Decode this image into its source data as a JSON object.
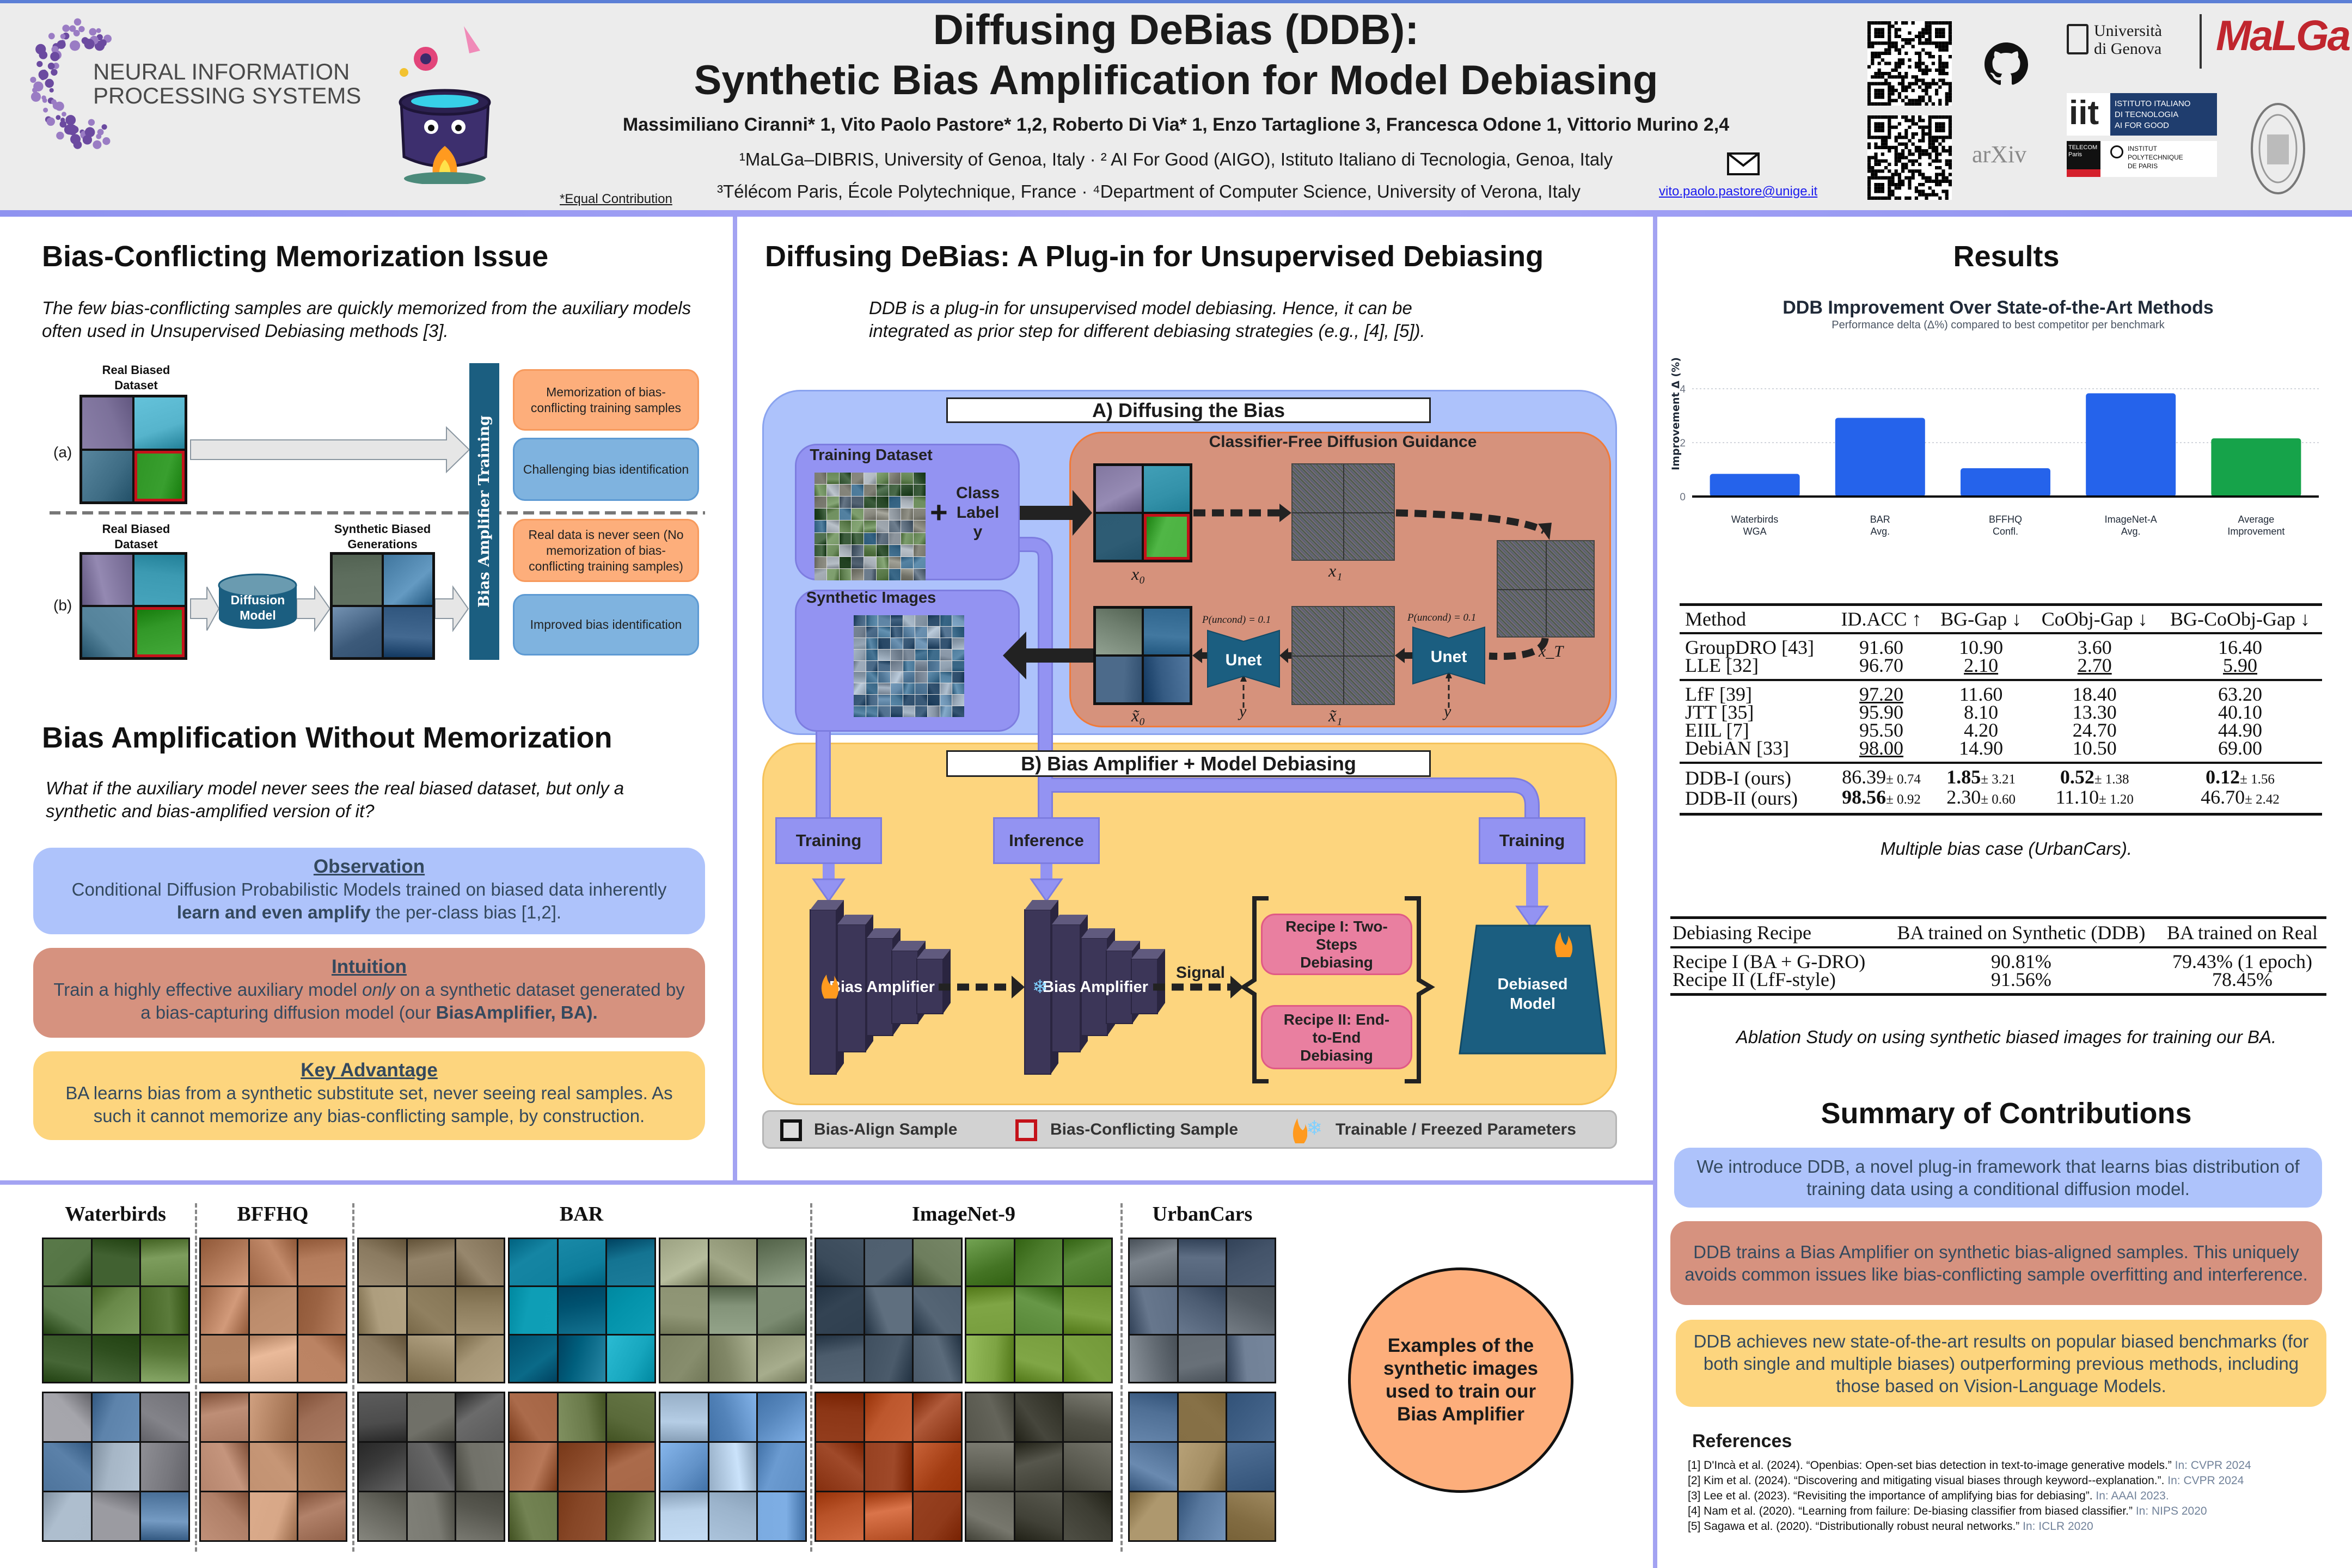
{
  "header": {
    "title_line1": "Diffusing DeBias (DDB):",
    "title_line2": "Synthetic Bias Amplification for Model Debiasing",
    "authors": "Massimiliano Ciranni* 1, Vito Paolo Pastore* 1,2, Roberto Di Via* 1, Enzo Tartaglione 3, Francesca Odone 1, Vittorio Murino 2,4",
    "affiliation_line1": "¹MaLGa–DIBRIS, University of Genoa, Italy · ² AI For Good (AIGO), Istituto Italiano di Tecnologia, Genoa, Italy",
    "affiliation_line2": "³Télécom Paris, École Polytechnique, France · ⁴Department of Computer Science, University of Verona, Italy",
    "equal_contribution": "*Equal Contribution",
    "email": "vito.paolo.pastore@unige.it",
    "neurips_line1": "NEURAL INFORMATION",
    "neurips_line2": "PROCESSING SYSTEMS",
    "unige_line1": "Università",
    "unige_line2": "di Genova",
    "malga": "MaLGa",
    "iit": "iit",
    "iit_line1": "ISTITUTO ITALIANO",
    "iit_line2": "DI TECNOLOGIA",
    "iit_line3": "AI FOR GOOD",
    "telecom": "TELECOM Paris",
    "ipp_line1": "INSTITUT",
    "ipp_line2": "POLYTECHNIQUE",
    "ipp_line3": "DE PARIS",
    "arxiv": "arXiv"
  },
  "left": {
    "section1_title": "Bias-Conflicting Memorization Issue",
    "section1_text": "The few bias-conflicting samples are quickly memorized from the auxiliary models often used in Unsupervised Debiasing methods [3].",
    "fig": {
      "label_a": "(a)",
      "label_b": "(b)",
      "real_biased_dataset": "Real Biased Dataset",
      "synthetic_biased_generations": "Synthetic Biased Generations",
      "diffusion_model": "Diffusion Model",
      "bias_amplifier_training": "Bias Amplifier Training",
      "box_a1": "Memorization of bias-conflicting training samples",
      "box_a2": "Challenging bias identification",
      "box_b1": "Real data is never seen (No memorization of bias-conflicting training samples)",
      "box_b2": "Improved bias identification"
    },
    "section2_title": "Bias Amplification Without Memorization",
    "section2_text": "What if the auxiliary model never sees the real biased dataset, but only a synthetic and bias-amplified version of it?",
    "observation": {
      "title": "Observation",
      "text_pre": "Conditional Diffusion Probabilistic Models trained on biased data inherently ",
      "text_bold": "learn and even amplify",
      "text_post": " the per-class bias [1,2]."
    },
    "intuition": {
      "title": "Intuition",
      "text_pre": "Train a highly effective auxiliary model ",
      "text_italic": "only",
      "text_mid": " on a synthetic dataset generated by a bias-capturing diffusion model (our ",
      "text_bold": "BiasAmplifier, BA)."
    },
    "key_advantage": {
      "title": "Key Advantage",
      "text": "BA learns bias from a synthetic substitute set, never seeing real samples. As such it cannot memorize any bias-conflicting sample, by construction."
    }
  },
  "middle": {
    "title": "Diffusing DeBias: A Plug-in for Unsupervised Debiasing",
    "text": "DDB is a plug-in for unsupervised model debiasing. Hence, it can be integrated as prior step for different debiasing strategies (e.g., [4], [5]).",
    "a_title": "A) Diffusing the Bias",
    "training_dataset": "Training Dataset",
    "class_label": "Class Label",
    "y": "y",
    "plus": "+",
    "synthetic_images": "Synthetic Images",
    "cfg_title": "Classifier-Free Diffusion Guidance",
    "x0": "x₀",
    "x1": "x₁",
    "xT": "x_T",
    "x0_tilde": "x̃₀",
    "x1_tilde": "x̃₁",
    "p_uncond": "P(uncond) = 0.1",
    "unet": "Unet",
    "b_title": "B) Bias Amplifier + Model Debiasing",
    "training": "Training",
    "inference": "Inference",
    "bias_amplifier": "Bias Amplifier",
    "signal": "Signal",
    "recipe1": "Recipe I: Two-Steps Debiasing",
    "recipe2": "Recipe II: End-to-End Debiasing",
    "debiased_model": "Debiased Model",
    "legend_align": "Bias-Align Sample",
    "legend_conflict": "Bias-Conflicting Sample",
    "legend_params": "Trainable / Freezed Parameters"
  },
  "datasets": {
    "names": [
      "Waterbirds",
      "BFFHQ",
      "BAR",
      "ImageNet-9",
      "UrbanCars"
    ],
    "caption": "Examples of the synthetic images used to train our Bias Amplifier"
  },
  "right": {
    "title": "Results",
    "multi_caption": "Multiple bias case (UrbanCars).",
    "ablation_caption": "Ablation Study on using synthetic biased images for training our BA.",
    "summary_title": "Summary of Contributions",
    "summary": [
      "We introduce DDB, a novel plug-in framework that learns bias distribution of training data using a conditional diffusion model.",
      "DDB trains a Bias Amplifier on synthetic bias-aligned samples. This uniquely avoids common issues like bias-conflicting sample overfitting and interference.",
      "DDB achieves new state-of-the-art results on popular biased benchmarks (for both single and multiple biases) outperforming previous methods, including those based on Vision-Language Models."
    ],
    "references_title": "References",
    "references": [
      {
        "text": "[1] D'Incà et al. (2024). “Openbias: Open-set bias detection in text-to-image generative models.”",
        "venue": "In: CVPR 2024"
      },
      {
        "text": "[2] Kim et al. (2024). “Discovering and mitigating visual biases through keyword--explanation.”.",
        "venue": "In: CVPR 2024"
      },
      {
        "text": "[3] Lee et al. (2023). “Revisiting the importance of amplifying bias for debiasing”.",
        "venue": "In: AAAI 2023."
      },
      {
        "text": "[4] Nam et al. (2020). “Learning from failure: De-biasing classifier from biased classifier.”",
        "venue": "In: NIPS 2020"
      },
      {
        "text": "[5] Sagawa et al. (2020). “Distributionally robust neural networks.”",
        "venue": "In: ICLR 2020"
      }
    ],
    "table1": {
      "headers": [
        "Method",
        "ID.ACC ↑",
        "BG-Gap ↓",
        "CoObj-Gap ↓",
        "BG-CoObj-Gap ↓"
      ],
      "groups": [
        [
          {
            "method": "GroupDRO [43]",
            "cells": [
              {
                "v": "91.60"
              },
              {
                "v": "10.90"
              },
              {
                "v": "3.60"
              },
              {
                "v": "16.40"
              }
            ]
          },
          {
            "method": "LLE [32]",
            "cells": [
              {
                "v": "96.70"
              },
              {
                "v": "2.10",
                "u": true
              },
              {
                "v": "2.70",
                "u": true
              },
              {
                "v": "5.90",
                "u": true
              }
            ]
          }
        ],
        [
          {
            "method": "LfF [39]",
            "cells": [
              {
                "v": "97.20",
                "u": true
              },
              {
                "v": "11.60"
              },
              {
                "v": "18.40"
              },
              {
                "v": "63.20"
              }
            ]
          },
          {
            "method": "JTT [35]",
            "cells": [
              {
                "v": "95.90"
              },
              {
                "v": "8.10"
              },
              {
                "v": "13.30"
              },
              {
                "v": "40.10"
              }
            ]
          },
          {
            "method": "EIIL [7]",
            "cells": [
              {
                "v": "95.50"
              },
              {
                "v": "4.20"
              },
              {
                "v": "24.70"
              },
              {
                "v": "44.90"
              }
            ]
          },
          {
            "method": "DebiAN [33]",
            "cells": [
              {
                "v": "98.00",
                "u": true
              },
              {
                "v": "14.90"
              },
              {
                "v": "10.50"
              },
              {
                "v": "69.00"
              }
            ]
          }
        ],
        [
          {
            "method": "DDB-I (ours)",
            "cells": [
              {
                "v": "86.39",
                "pm": "± 0.74"
              },
              {
                "v": "1.85",
                "pm": "± 3.21",
                "b": true
              },
              {
                "v": "0.52",
                "pm": "± 1.38",
                "b": true
              },
              {
                "v": "0.12",
                "pm": "± 1.56",
                "b": true
              }
            ]
          },
          {
            "method": "DDB-II (ours)",
            "cells": [
              {
                "v": "98.56",
                "pm": "± 0.92",
                "b": true
              },
              {
                "v": "2.30",
                "pm": "± 0.60"
              },
              {
                "v": "11.10",
                "pm": "± 1.20"
              },
              {
                "v": "46.70",
                "pm": "± 2.42"
              }
            ]
          }
        ]
      ]
    },
    "table2": {
      "headers": [
        "Debiasing Recipe",
        "BA trained on Synthetic (DDB)",
        "BA trained on Real"
      ],
      "rows": [
        [
          "Recipe I (BA + G-DRO)",
          "90.81%",
          "79.43% (1 epoch)"
        ],
        [
          "Recipe II (LfF-style)",
          "91.56%",
          "78.45%"
        ]
      ]
    }
  },
  "chart_data": {
    "type": "bar",
    "title": "DDB Improvement Over State-of-the-Art Methods",
    "subtitle": "Performance delta (Δ%) compared to best competitor per benchmark",
    "xlabel": "",
    "ylabel": "Improvement Δ (%)",
    "categories": [
      [
        "Waterbirds",
        "WGA"
      ],
      [
        "BAR",
        "Avg."
      ],
      [
        "BFFHQ",
        "Confl."
      ],
      [
        "ImageNet-A",
        "Avg."
      ],
      [
        "Average",
        "Improvement"
      ]
    ],
    "values": [
      0.84,
      2.92,
      1.05,
      3.83,
      2.16
    ],
    "colors": [
      "#2563eb",
      "#2563eb",
      "#2563eb",
      "#2563eb",
      "#16a34a"
    ],
    "yticks": [
      0,
      2,
      4
    ],
    "ylim": [
      0,
      4.8
    ],
    "grid": true
  }
}
